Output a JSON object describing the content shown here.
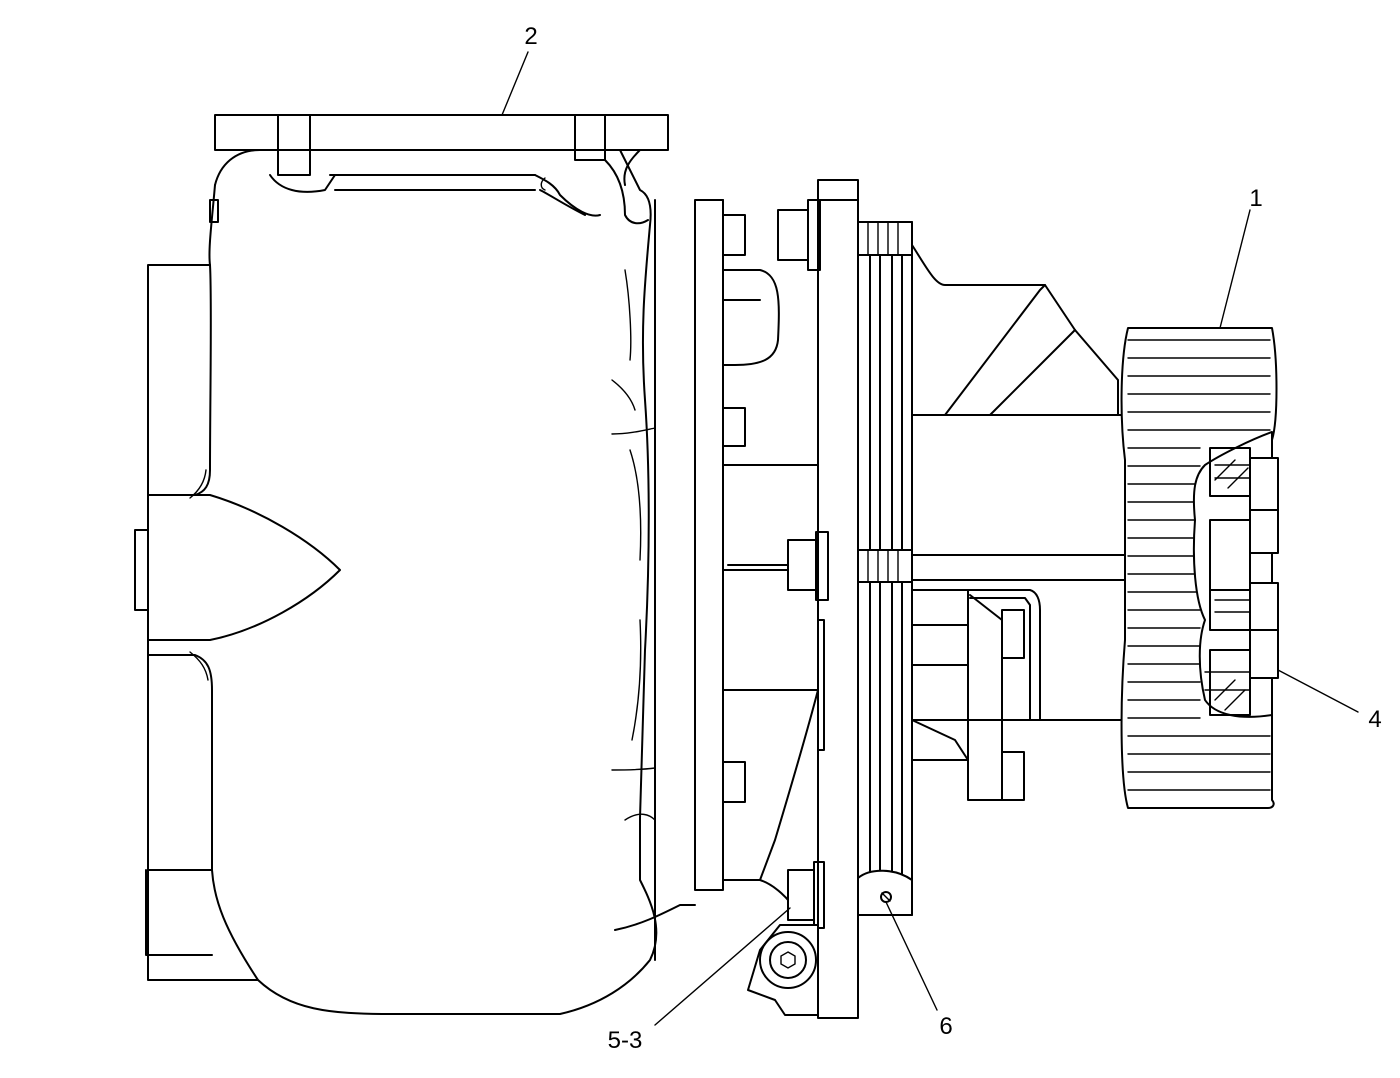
{
  "callouts": [
    {
      "id": "c1",
      "label": "1"
    },
    {
      "id": "c2",
      "label": "2"
    },
    {
      "id": "c4",
      "label": "4"
    },
    {
      "id": "c53",
      "label": "5-3"
    },
    {
      "id": "c6",
      "label": "6"
    }
  ],
  "colors": {
    "line": "#000000",
    "background": "#ffffff"
  }
}
